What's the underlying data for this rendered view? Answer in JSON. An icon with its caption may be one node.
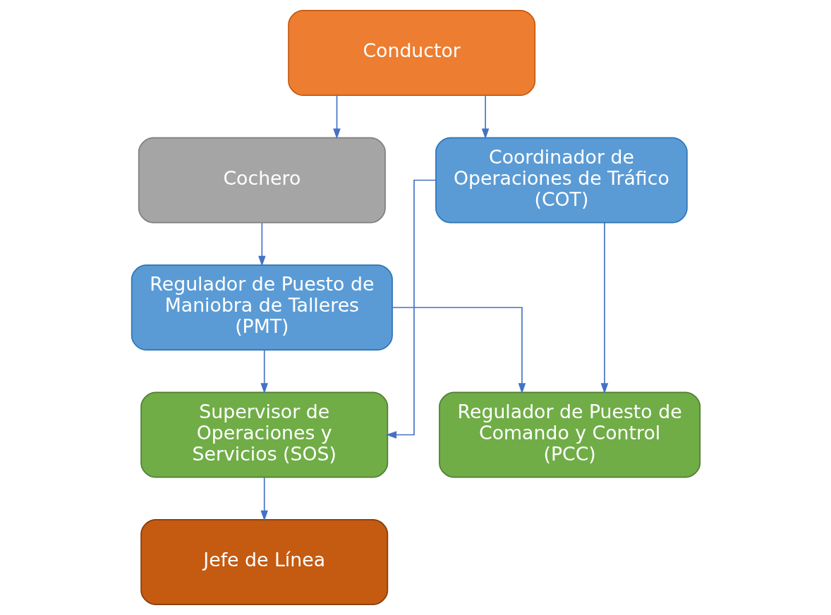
{
  "diagram": {
    "nodes": [
      {
        "text": [
          "Conductor"
        ]
      },
      {
        "text": [
          "Cochero"
        ]
      },
      {
        "text": [
          "Coordinador de Operaciones de Tráfico (COT)"
        ]
      },
      {
        "text": [
          "Regulador de Puesto de Maniobra de Talleres (PMT)"
        ]
      },
      {
        "text": [
          "Supervisor de Operaciones y Servicios (SOS)"
        ]
      },
      {
        "text": [
          "Regulador de Puesto de Comando y Control (PCC)"
        ]
      },
      {
        "text": [
          "Jefe de Línea"
        ]
      }
    ],
    "edges": [
      {
        "from": 0,
        "to": 1,
        "arrow": "to"
      },
      {
        "from": 0,
        "to": 2,
        "arrow": "to"
      },
      {
        "from": 1,
        "to": 3,
        "arrow": "to"
      },
      {
        "from": 2,
        "to": 4,
        "arrow": "to"
      },
      {
        "from": 2,
        "to": 5,
        "arrow": "to"
      },
      {
        "from": 3,
        "to": 4,
        "arrow": "to"
      },
      {
        "from": 3,
        "to": 5,
        "arrow": "to"
      },
      {
        "from": 4,
        "to": 6,
        "arrow": "to"
      }
    ]
  }
}
